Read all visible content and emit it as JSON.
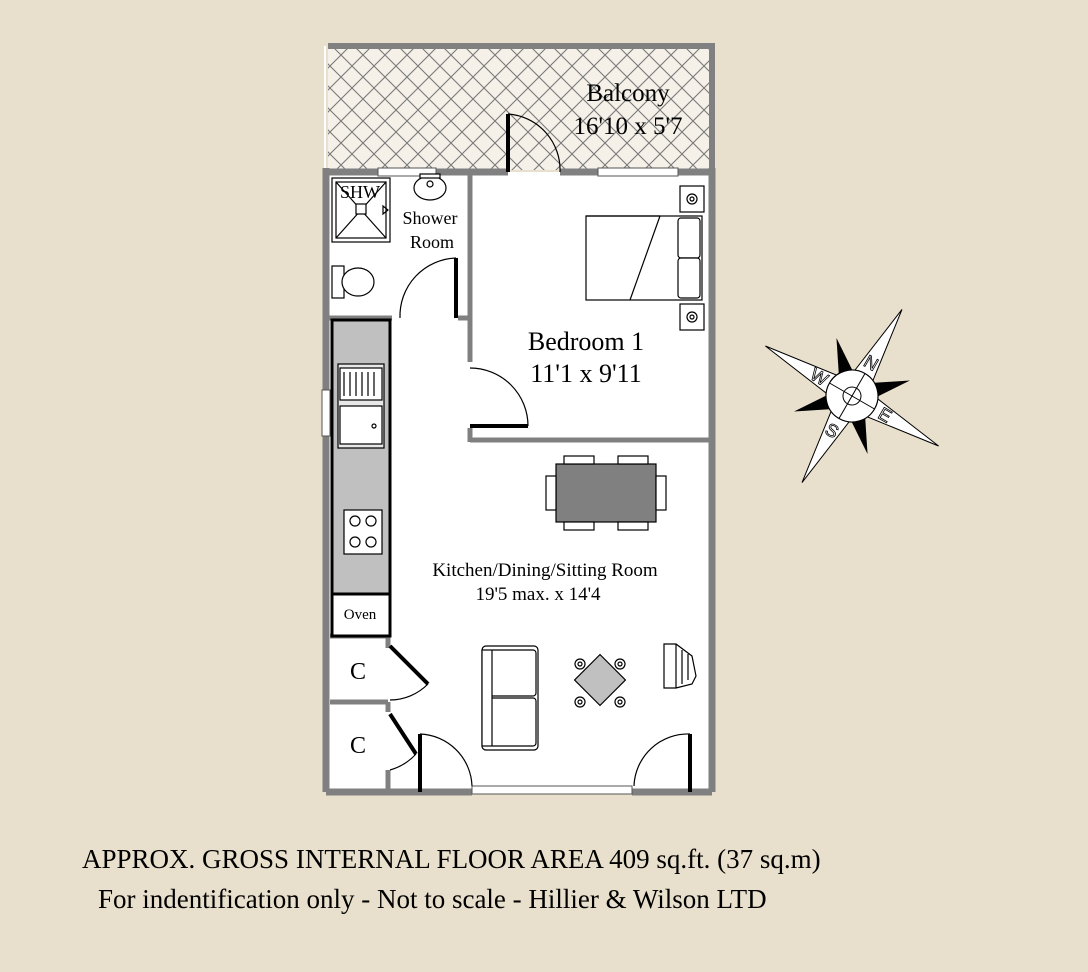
{
  "rooms": {
    "balcony": {
      "name": "Balcony",
      "size": "16'10 x 5'7"
    },
    "shower": {
      "tag": "SHW",
      "name_line1": "Shower",
      "name_line2": "Room"
    },
    "bedroom": {
      "name": "Bedroom 1",
      "size": "11'1 x 9'11"
    },
    "living": {
      "name": "Kitchen/Dining/Sitting Room",
      "size": "19'5 max. x 14'4"
    },
    "oven": {
      "name": "Oven"
    },
    "cupboard1": {
      "name": "C"
    },
    "cupboard2": {
      "name": "C"
    }
  },
  "compass": {
    "n": "N",
    "e": "E",
    "s": "S",
    "w": "W"
  },
  "footer": {
    "area": "APPROX. GROSS INTERNAL FLOOR AREA 409 sq.ft. (37 sq.m)",
    "note": "For indentification only - Not to scale - Hillier & Wilson LTD"
  },
  "colors": {
    "background": "#e8dfcc",
    "wall": "#808080",
    "floor": "#ffffff",
    "counter": "#c0c0c0"
  }
}
